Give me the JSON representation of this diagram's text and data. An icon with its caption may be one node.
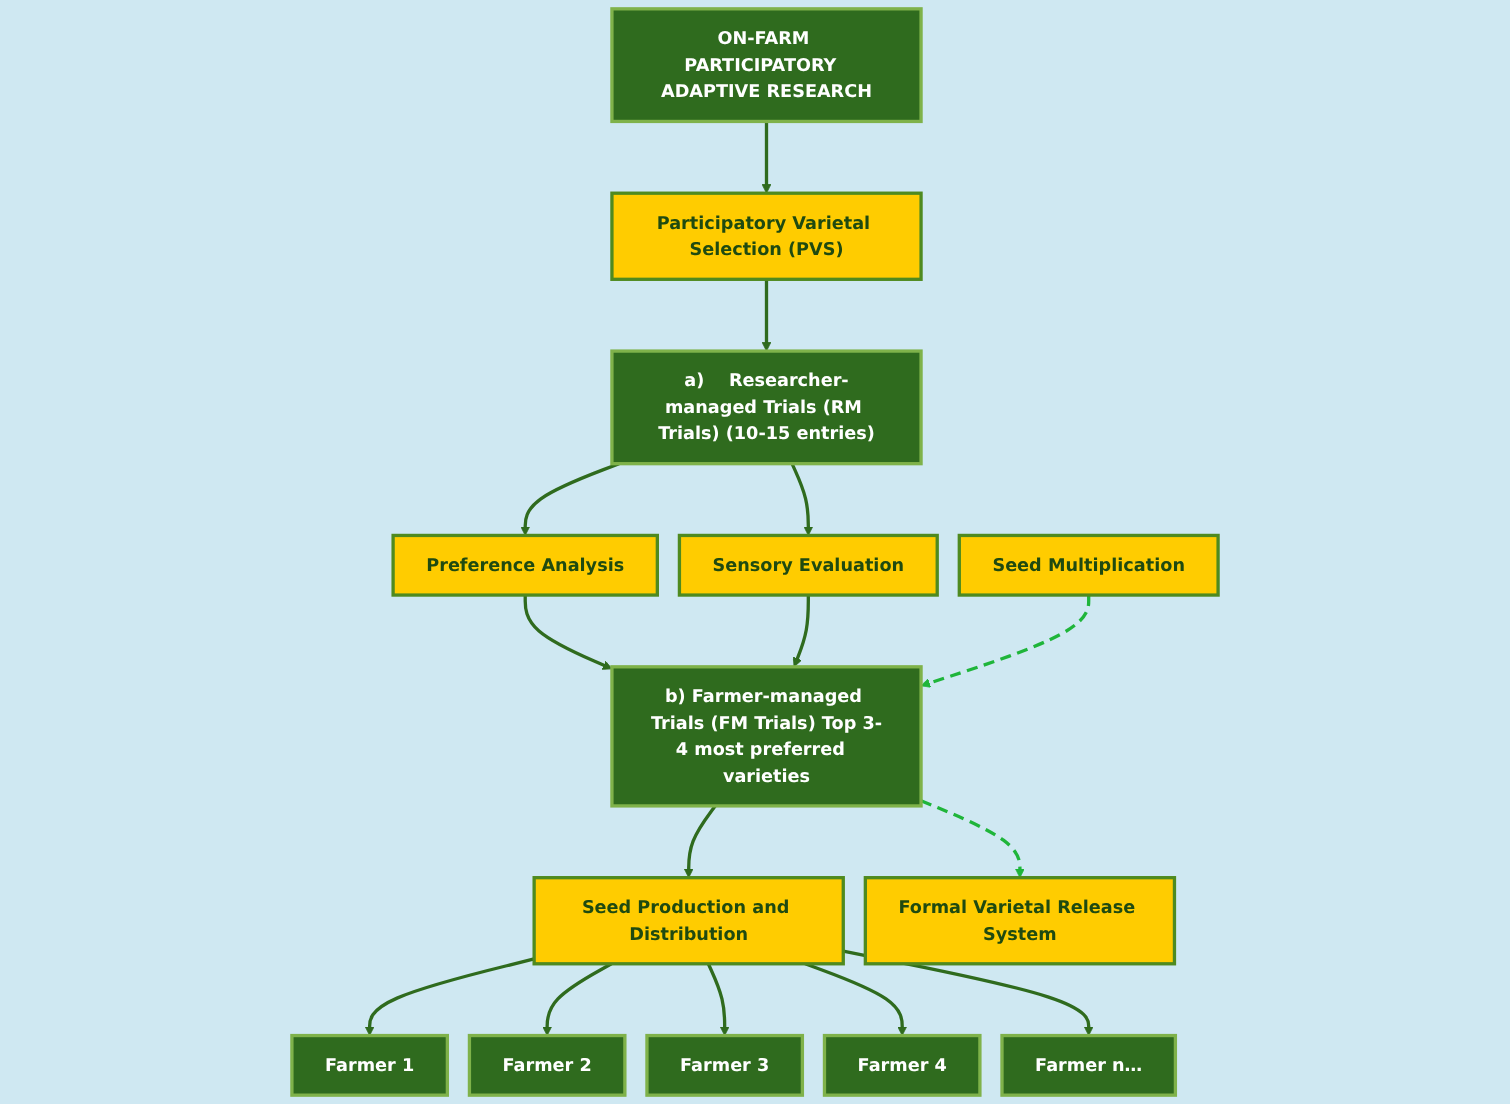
{
  "diagram": {
    "nodes": [
      {
        "text": [
          "ON-FARM PARTICIPATORY  ADAPTIVE RESEARCH"
        ]
      },
      {
        "text": [
          "Participatory Varietal Selection (PVS)"
        ]
      },
      {
        "text": [
          "a)    Researcher-managed Trials (RM Trials) (10-15 entries)"
        ]
      },
      {
        "text": [
          "Preference Analysis"
        ]
      },
      {
        "text": [
          "Sensory Evaluation"
        ]
      },
      {
        "text": [
          "Seed Multiplication"
        ]
      },
      {
        "text": [
          "b) Farmer-managed Trials (FM Trials) Top 3-4 most preferred  varieties"
        ]
      },
      {
        "text": [
          "Formal Varietal Release System"
        ]
      },
      {
        "text": [
          "Seed Production and Distribution"
        ]
      },
      {
        "text": [
          "Farmer 1"
        ]
      },
      {
        "text": [
          "Farmer 2"
        ]
      },
      {
        "text": [
          "Farmer 3"
        ]
      },
      {
        "text": [
          "Farmer 4"
        ]
      },
      {
        "text": [
          "Farmer n…"
        ]
      }
    ],
    "edges": [
      {
        "from": 0,
        "to": 1,
        "arrow": "to"
      },
      {
        "from": 1,
        "to": 2,
        "arrow": "to"
      },
      {
        "from": 2,
        "to": 3,
        "arrow": "to"
      },
      {
        "from": 2,
        "to": 4,
        "arrow": "to"
      },
      {
        "from": 3,
        "to": 6,
        "arrow": "to"
      },
      {
        "from": 4,
        "to": 6,
        "arrow": "to"
      },
      {
        "from": 5,
        "to": 6,
        "arrow": "to",
        "style": "dashed",
        "color": "#1fb53a"
      },
      {
        "from": 6,
        "to": 7,
        "arrow": "to",
        "style": "dashed",
        "color": "#1fb53a"
      },
      {
        "from": 6,
        "to": 8,
        "arrow": "to"
      },
      {
        "from": 8,
        "to": 9,
        "arrow": "to"
      },
      {
        "from": 8,
        "to": 10,
        "arrow": "to"
      },
      {
        "from": 8,
        "to": 11,
        "arrow": "to"
      },
      {
        "from": 8,
        "to": 12,
        "arrow": "to"
      },
      {
        "from": 8,
        "to": 13,
        "arrow": "to"
      }
    ]
  }
}
